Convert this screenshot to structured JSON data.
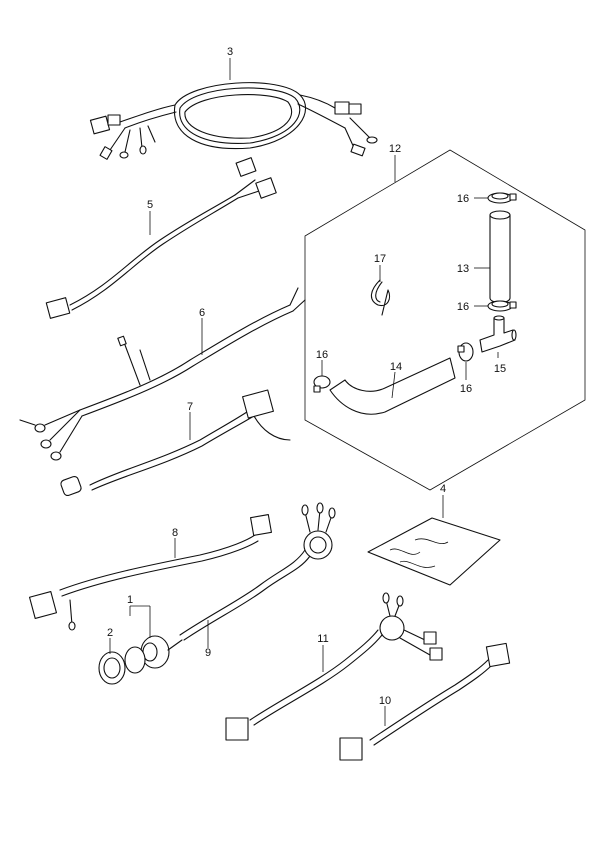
{
  "callouts": [
    {
      "id": "c3",
      "text": "3"
    },
    {
      "id": "c12",
      "text": "12"
    },
    {
      "id": "c16a",
      "text": "16"
    },
    {
      "id": "c5",
      "text": "5"
    },
    {
      "id": "c17",
      "text": "17"
    },
    {
      "id": "c13",
      "text": "13"
    },
    {
      "id": "c16b",
      "text": "16"
    },
    {
      "id": "c6",
      "text": "6"
    },
    {
      "id": "c16c",
      "text": "16"
    },
    {
      "id": "c14",
      "text": "14"
    },
    {
      "id": "c15",
      "text": "15"
    },
    {
      "id": "c16d",
      "text": "16"
    },
    {
      "id": "c7",
      "text": "7"
    },
    {
      "id": "c4",
      "text": "4"
    },
    {
      "id": "c8",
      "text": "8"
    },
    {
      "id": "c1",
      "text": "1"
    },
    {
      "id": "c2",
      "text": "2"
    },
    {
      "id": "c9",
      "text": "9"
    },
    {
      "id": "c11",
      "text": "11"
    },
    {
      "id": "c10",
      "text": "10"
    }
  ]
}
